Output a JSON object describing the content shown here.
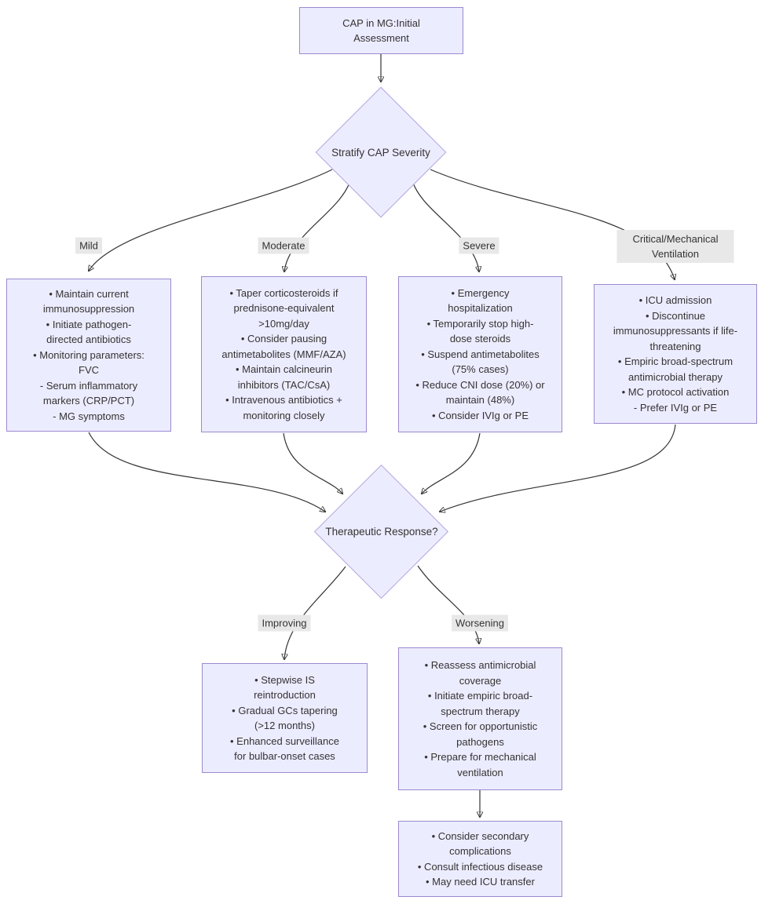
{
  "diagram": {
    "type": "flowchart",
    "colors": {
      "background": "#ffffff",
      "node_fill": "#ECECFF",
      "node_border": "#9b8ace",
      "edge_stroke": "#333333",
      "edge_label_bg": "#e8e8e8",
      "text": "#333333"
    }
  },
  "nodes": {
    "initial_assessment": {
      "label": "CAP in MG:Initial\nAssessment"
    },
    "stratify_severity": {
      "label": "Stratify CAP Severity"
    },
    "mild_management": {
      "label": "• Maintain current\nimmunosuppression\n• Initiate pathogen-\ndirected antibiotics\n• Monitoring parameters:\nFVC\n- Serum inflammatory\nmarkers (CRP/PCT)\n- MG symptoms"
    },
    "moderate_management": {
      "label": "• Taper corticosteroids if\nprednisone-equivalent\n>10mg/day\n• Consider pausing\nantimetabolites (MMF/AZA)\n• Maintain calcineurin\ninhibitors (TAC/CsA)\n• Intravenous antibiotics +\nmonitoring closely"
    },
    "severe_management": {
      "label": "• Emergency\nhospitalization\n• Temporarily stop high-\ndose steroids\n• Suspend antimetabolites\n(75% cases)\n• Reduce CNI dose (20%) or\nmaintain (48%)\n• Consider IVIg or PE"
    },
    "critical_management": {
      "label": "• ICU admission\n• Discontinue\nimmunosuppressants if life-\nthreatening\n• Empiric broad-spectrum\nantimicrobial therapy\n• MC protocol activation\n- Prefer IVIg or PE"
    },
    "therapeutic_response": {
      "label": "Therapeutic Response?"
    },
    "improving_plan": {
      "label": "• Stepwise IS\nreintroduction\n• Gradual GCs tapering\n(>12 months)\n• Enhanced surveillance\nfor bulbar-onset cases"
    },
    "worsening_plan": {
      "label": "• Reassess antimicrobial\ncoverage\n• Initiate empiric broad-\nspectrum therapy\n• Screen for opportunistic\npathogens\n• Prepare for mechanical\nventilation"
    },
    "escalation_plan": {
      "label": "• Consider secondary\ncomplications\n• Consult infectious disease\n• May need ICU transfer"
    }
  },
  "edge_labels": {
    "mild": "Mild",
    "moderate": "Moderate",
    "severe": "Severe",
    "critical": "Critical/Mechanical\nVentilation",
    "improving": "Improving",
    "worsening": "Worsening"
  }
}
